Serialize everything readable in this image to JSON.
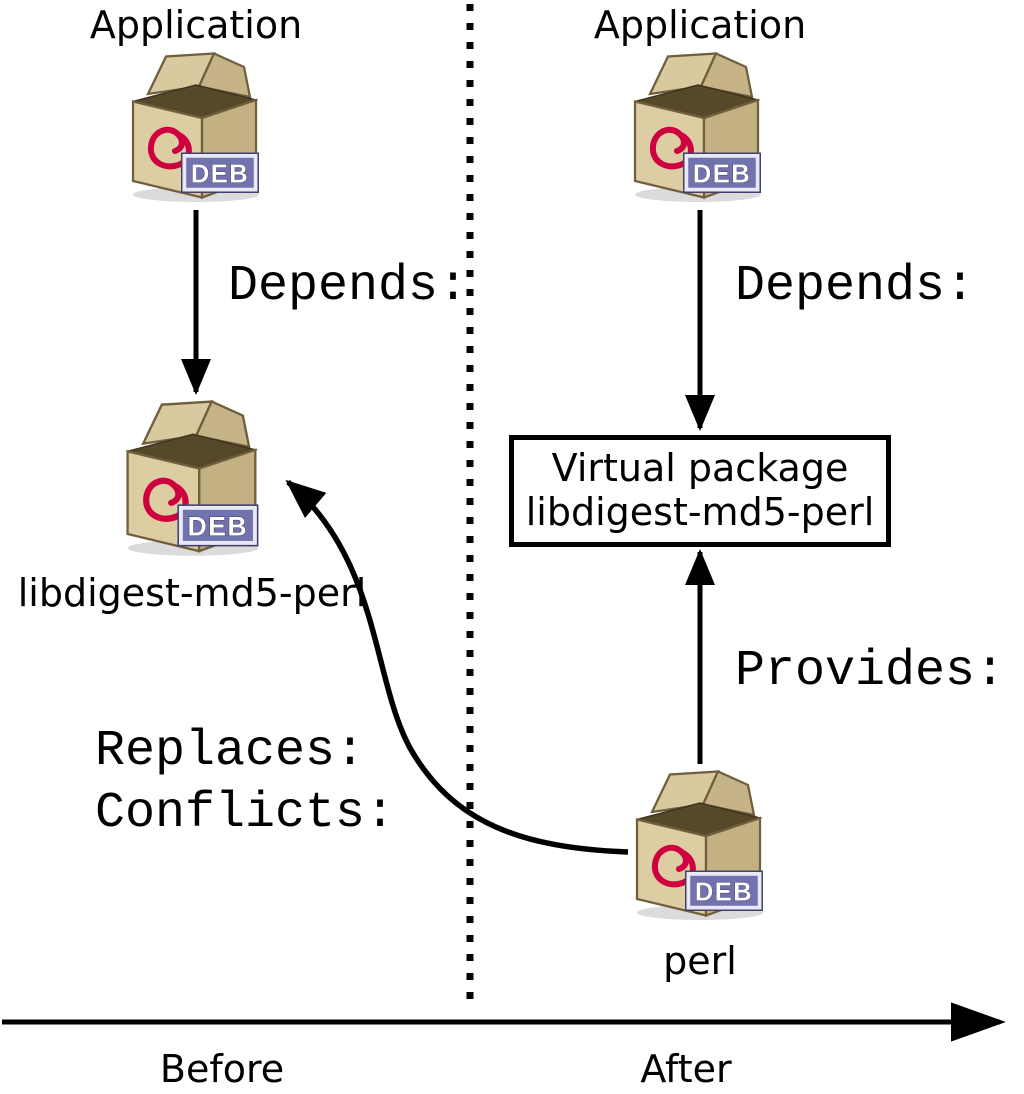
{
  "colors": {
    "background": "#ffffff",
    "line": "#000000",
    "debian_red": "#cf0040",
    "box_front_tan": "#ddcda2",
    "box_side_tan": "#c3b183",
    "badge_blue": "#7273ae"
  },
  "icons": {
    "deb_badge": "DEB"
  },
  "left": {
    "application_label": "Application",
    "depends_label": "Depends:",
    "package_label": "libdigest-md5-perl",
    "replaces_label": "Replaces:",
    "conflicts_label": "Conflicts:"
  },
  "right": {
    "application_label": "Application",
    "depends_label": "Depends:",
    "virtual_box": {
      "line1": "Virtual package",
      "line2": "libdigest-md5-perl"
    },
    "provides_label": "Provides:",
    "package_label": "perl"
  },
  "timeline": {
    "before_label": "Before",
    "after_label": "After"
  }
}
